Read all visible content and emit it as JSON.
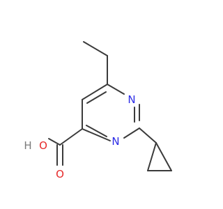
{
  "molecule": {
    "atom_labels": {
      "n1": "N",
      "n2": "N",
      "o_carbonyl": "O",
      "oh_o": "O",
      "oh_h": "H"
    },
    "colors": {
      "bond": "#3a3a3a",
      "nitrogen": "#2a2ae6",
      "oxygen": "#e62a2a",
      "hydrogen": "#7a7a7a"
    }
  }
}
